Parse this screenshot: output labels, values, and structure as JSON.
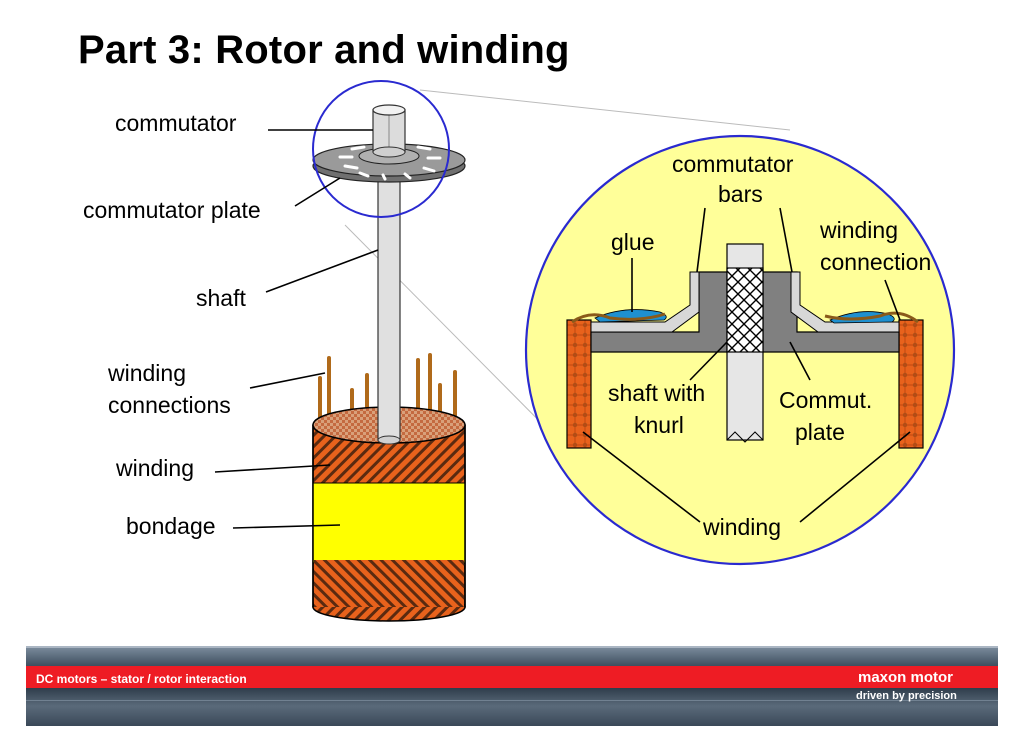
{
  "title": "Part 3: Rotor and winding",
  "labels": {
    "commutator": "commutator",
    "commutator_plate": "commutator plate",
    "shaft": "shaft",
    "winding_connections_1": "winding",
    "winding_connections_2": "connections",
    "winding": "winding",
    "bondage": "bondage"
  },
  "detail_labels": {
    "commutator_bars_1": "commutator",
    "commutator_bars_2": "bars",
    "glue": "glue",
    "winding_connection_1": "winding",
    "winding_connection_2": "connection",
    "shaft_with_knurl_1": "shaft with",
    "shaft_with_knurl_2": "knurl",
    "commut_plate_1": "Commut.",
    "commut_plate_2": "plate",
    "winding": "winding"
  },
  "footer": {
    "caption": "DC motors – stator / rotor interaction",
    "brand": "maxon motor",
    "tagline": "driven by precision"
  },
  "colors": {
    "winding_copper": "#e05a1c",
    "bondage_yellow": "#ffff00",
    "detail_background": "#ffff99",
    "glue_blue": "#1e90d0",
    "footer_red": "#ee1c24"
  }
}
